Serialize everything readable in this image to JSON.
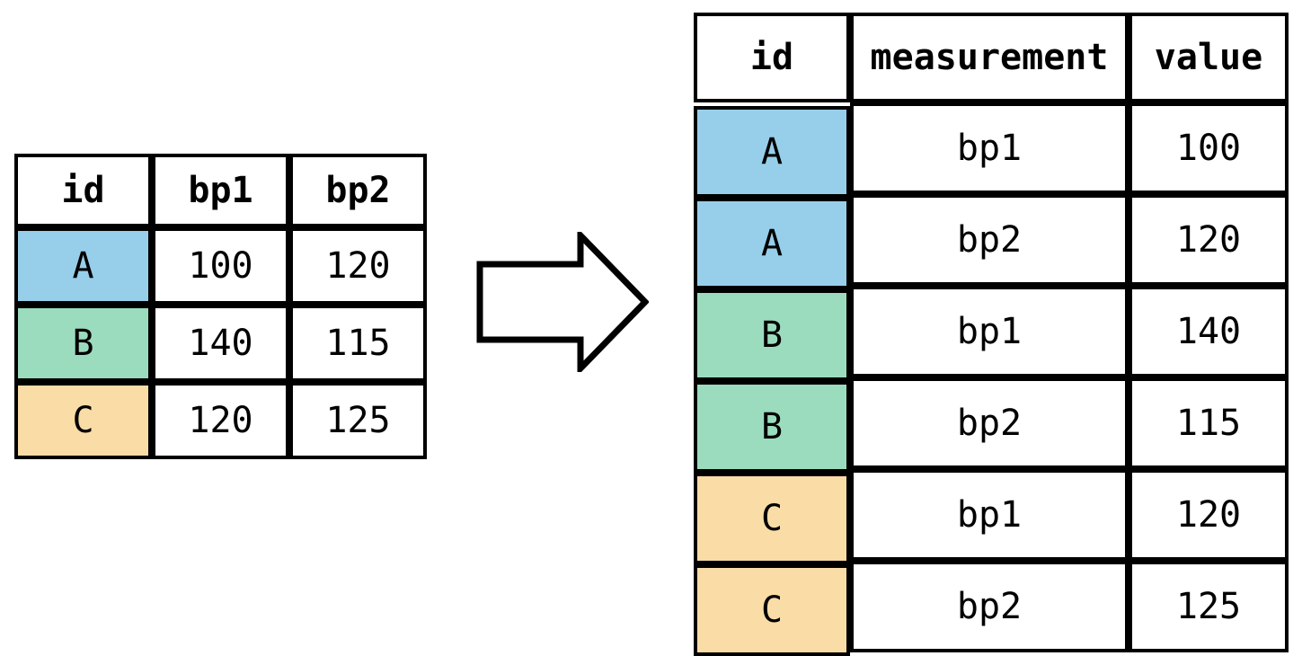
{
  "diagram": {
    "title": "pivot-longer-reshape",
    "colors": {
      "id_a": "#97CFEB",
      "id_b": "#9BDCBE",
      "id_c": "#FADCA6",
      "border": "#000000",
      "background": "#ffffff"
    }
  },
  "wide_table": {
    "name": "wide-format-table",
    "headers": [
      "id",
      "bp1",
      "bp2"
    ],
    "rows": [
      {
        "id": "A",
        "bp1": "100",
        "bp2": "120",
        "color": "#97CFEB"
      },
      {
        "id": "B",
        "bp1": "140",
        "bp2": "115",
        "color": "#9BDCBE"
      },
      {
        "id": "C",
        "bp1": "120",
        "bp2": "125",
        "color": "#FADCA6"
      }
    ]
  },
  "long_table": {
    "name": "long-format-table",
    "headers": [
      "id",
      "measurement",
      "value"
    ],
    "rows": [
      {
        "id": "A",
        "measurement": "bp1",
        "value": "100",
        "color": "#97CFEB"
      },
      {
        "id": "A",
        "measurement": "bp2",
        "value": "120",
        "color": "#97CFEB"
      },
      {
        "id": "B",
        "measurement": "bp1",
        "value": "140",
        "color": "#9BDCBE"
      },
      {
        "id": "B",
        "measurement": "bp2",
        "value": "115",
        "color": "#9BDCBE"
      },
      {
        "id": "C",
        "measurement": "bp1",
        "value": "120",
        "color": "#FADCA6"
      },
      {
        "id": "C",
        "measurement": "bp2",
        "value": "125",
        "color": "#FADCA6"
      }
    ]
  },
  "arrow": {
    "name": "right-arrow-icon",
    "direction": "right",
    "fill": "#ffffff",
    "stroke": "#000000"
  }
}
